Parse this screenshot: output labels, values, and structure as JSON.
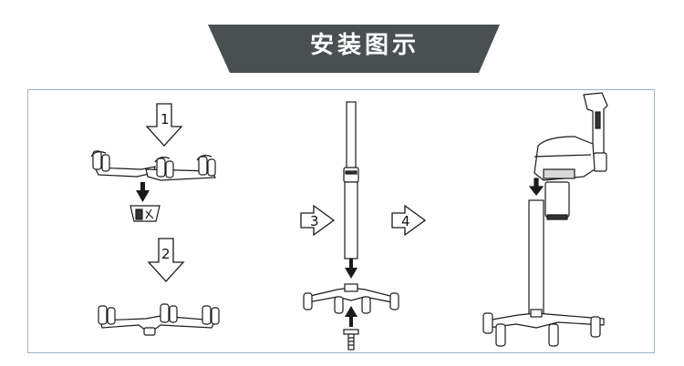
{
  "title": "安装图示",
  "steps": [
    {
      "label": "1"
    },
    {
      "label": "2"
    },
    {
      "label": "3"
    },
    {
      "label": "4"
    }
  ],
  "colors": {
    "banner": "#4a4f52",
    "panel_border": "#9fb3c8",
    "line": "#1a1a1a"
  }
}
